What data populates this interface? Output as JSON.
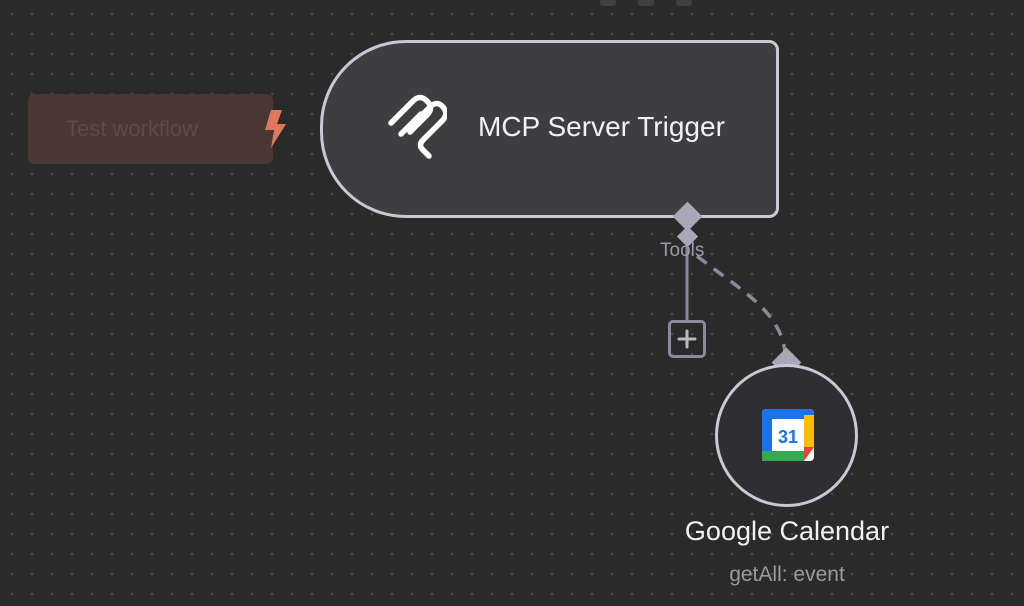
{
  "toolbar": {
    "test_workflow_label": "Test workflow"
  },
  "nodes": {
    "trigger": {
      "title": "MCP Server Trigger",
      "icon": "mcp-icon",
      "output_label": "Tools"
    },
    "calendar": {
      "title": "Google Calendar",
      "subtitle": "getAll: event",
      "icon": "google-calendar-icon",
      "icon_day": "31"
    }
  },
  "colors": {
    "canvas_bg": "#2a2a2b",
    "node_border": "#c9c9d6",
    "node_bg": "#3e3e41",
    "accent_bolt": "#e07860",
    "test_button_bg": "#4a3632",
    "connector": "#a8a8b8"
  }
}
